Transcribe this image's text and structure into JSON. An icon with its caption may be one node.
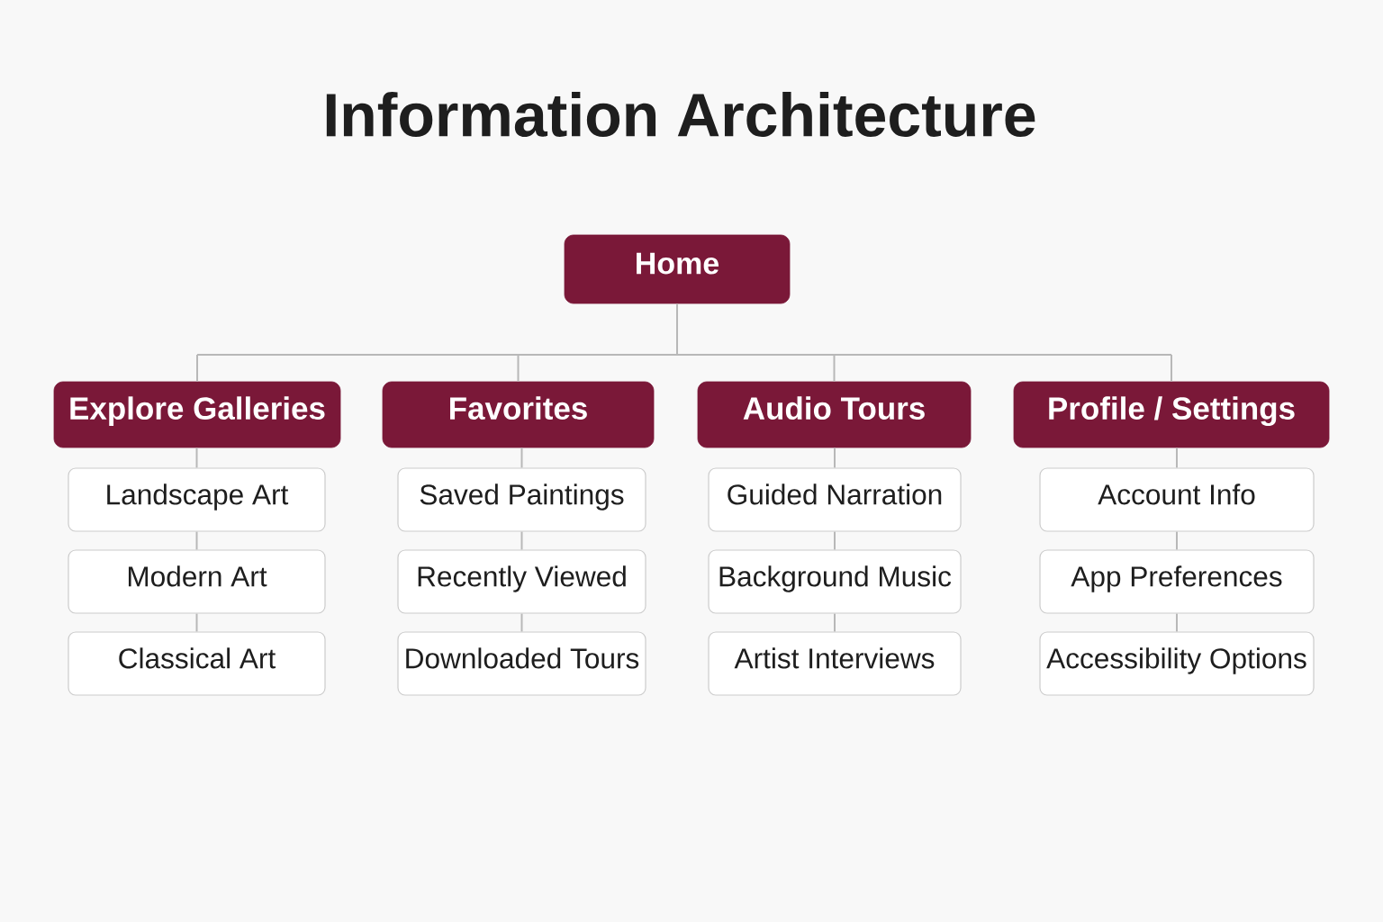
{
  "diagram": {
    "title": "Information Architecture",
    "nodes": [
      {
        "text": [
          "Home"
        ]
      },
      {
        "text": [
          "Explore Galleries"
        ]
      },
      {
        "text": [
          "Favorites"
        ]
      },
      {
        "text": [
          "Audio Tours"
        ]
      },
      {
        "text": [
          "Profile / Settings"
        ]
      },
      {
        "text": [
          "Landscape Art"
        ]
      },
      {
        "text": [
          "Modern Art"
        ]
      },
      {
        "text": [
          "Classical Art"
        ]
      },
      {
        "text": [
          "Saved Paintings"
        ]
      },
      {
        "text": [
          "Recently Viewed"
        ]
      },
      {
        "text": [
          "Downloaded Tours"
        ]
      },
      {
        "text": [
          "Guided Narration"
        ]
      },
      {
        "text": [
          "Background Music"
        ]
      },
      {
        "text": [
          "Artist Interviews"
        ]
      },
      {
        "text": [
          "Account Info"
        ]
      },
      {
        "text": [
          "App Preferences"
        ]
      },
      {
        "text": [
          "Accessibility Options"
        ]
      }
    ],
    "edges": [
      {
        "from": 0,
        "to": 1,
        "arrow": "none"
      },
      {
        "from": 0,
        "to": 2,
        "arrow": "none"
      },
      {
        "from": 0,
        "to": 3,
        "arrow": "none"
      },
      {
        "from": 0,
        "to": 4,
        "arrow": "none"
      },
      {
        "from": 1,
        "to": 5,
        "arrow": "none"
      },
      {
        "from": 5,
        "to": 6,
        "arrow": "none"
      },
      {
        "from": 6,
        "to": 7,
        "arrow": "none"
      },
      {
        "from": 2,
        "to": 8,
        "arrow": "none"
      },
      {
        "from": 8,
        "to": 9,
        "arrow": "none"
      },
      {
        "from": 9,
        "to": 10,
        "arrow": "none"
      },
      {
        "from": 3,
        "to": 11,
        "arrow": "none"
      },
      {
        "from": 11,
        "to": 12,
        "arrow": "none"
      },
      {
        "from": 12,
        "to": 13,
        "arrow": "none"
      },
      {
        "from": 4,
        "to": 14,
        "arrow": "none"
      },
      {
        "from": 14,
        "to": 15,
        "arrow": "none"
      },
      {
        "from": 15,
        "to": 16,
        "arrow": "none"
      }
    ]
  }
}
